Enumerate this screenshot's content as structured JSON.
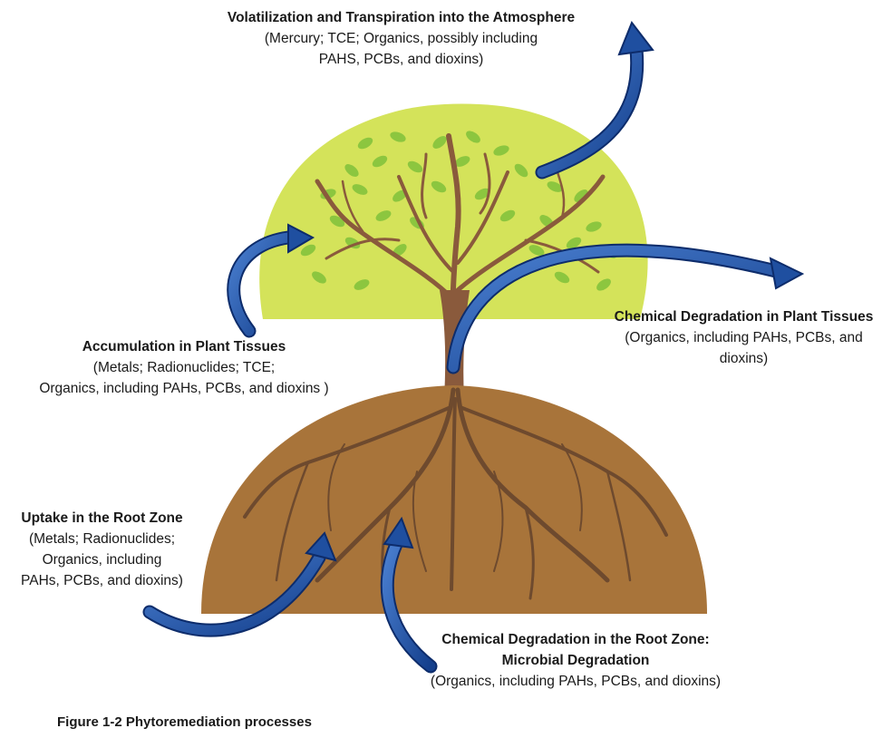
{
  "labels": {
    "volatilization": {
      "title": "Volatilization and Transpiration into the Atmosphere",
      "line1": "(Mercury; TCE; Organics, possibly including",
      "line2": "PAHS, PCBs, and dioxins)"
    },
    "accumulation": {
      "title": "Accumulation in Plant Tissues",
      "line1": "(Metals; Radionuclides; TCE;",
      "line2": "Organics, including PAHs, PCBs, and dioxins )"
    },
    "chem_plant": {
      "title": "Chemical Degradation in Plant Tissues",
      "line1": "(Organics, including PAHs, PCBs, and",
      "line2": "dioxins)"
    },
    "uptake": {
      "title": "Uptake in the Root Zone",
      "line1": "(Metals; Radionuclides;",
      "line2": "Organics, including",
      "line3": "PAHs, PCBs, and dioxins)"
    },
    "chem_root": {
      "title": "Chemical Degradation in the Root Zone:",
      "title2": "Microbial Degradation",
      "line1": "(Organics, including PAHs, PCBs, and dioxins)"
    }
  },
  "caption": "Figure 1-2 Phytoremediation processes",
  "colors": {
    "canopy": "#d4e35a",
    "leaf": "#8cc63f",
    "trunk": "#8a5a3c",
    "soil": "#a8743a",
    "root": "#6e4a2e",
    "arrow": "#1f4fa0",
    "arrow_edge": "#0d2c6b"
  }
}
